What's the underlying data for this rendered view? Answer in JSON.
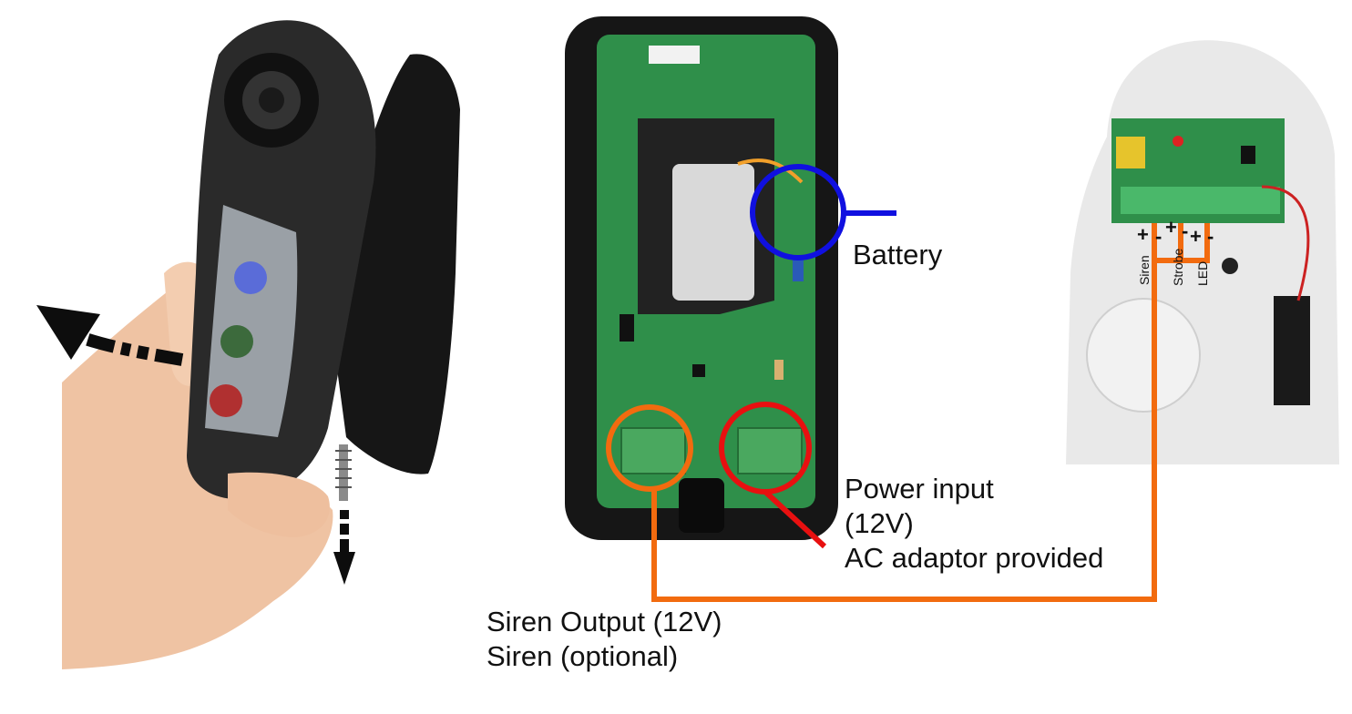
{
  "labels": {
    "battery": "Battery",
    "power_input": "Power input",
    "power_voltage": "(12V)",
    "ac_adaptor": "AC adaptor provided",
    "siren_output": "Siren Output (12V)",
    "siren_optional": "Siren (optional)"
  },
  "terminals": {
    "siren": "Siren",
    "strobe": "Strobe",
    "led": "LED",
    "plus": "+",
    "minus": "-"
  },
  "colors": {
    "battery_marker": "#1010e0",
    "power_marker": "#e81010",
    "siren_marker": "#f26b0f",
    "device_body": "#1c1c1c",
    "pcb_green": "#2f8f4a",
    "keypad_panel": "#9aa0a6",
    "siren_housing": "#e9e9e9",
    "skin": "#f0c7a8"
  },
  "icons": [
    "remove-arrow-icon",
    "screw-down-arrow-icon"
  ]
}
